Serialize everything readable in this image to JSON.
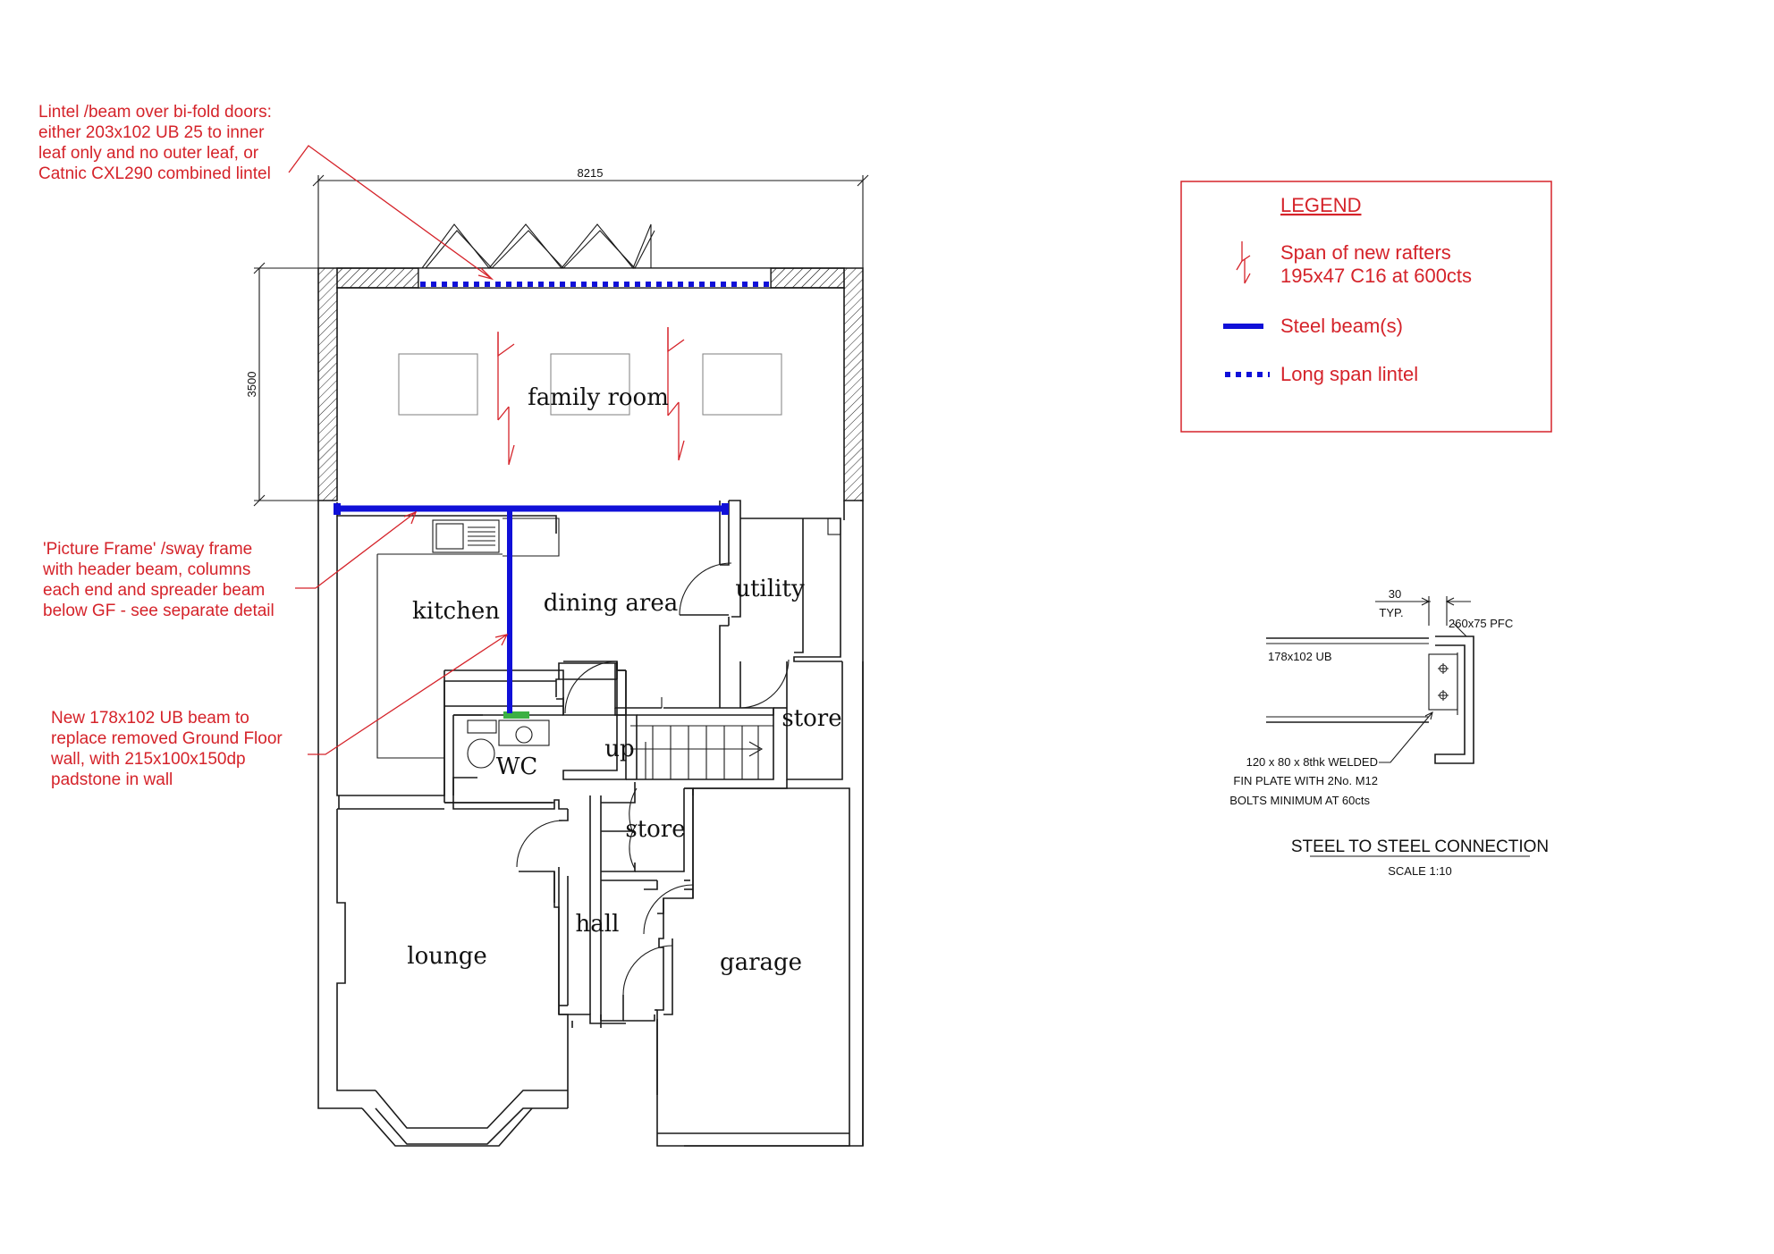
{
  "dimensions": {
    "width": "8215",
    "depth": "3500"
  },
  "rooms": {
    "family_room": "family room",
    "kitchen": "kitchen",
    "dining": "dining area",
    "utility": "utility",
    "store_upper": "store",
    "up": "up",
    "wc": "WC",
    "store_lower": "store",
    "hall": "hall",
    "lounge": "lounge",
    "garage": "garage"
  },
  "notes": {
    "lintel": [
      "Lintel /beam over bi-fold doors:",
      "either 203x102 UB 25 to inner",
      "leaf only and no outer leaf, or",
      "Catnic CXL290 combined lintel"
    ],
    "picture_frame": [
      "'Picture Frame' /sway frame",
      "with header beam, columns",
      "each end and spreader beam",
      "below GF - see separate detail"
    ],
    "new_beam": [
      "New 178x102 UB beam to",
      "replace removed Ground Floor",
      "wall, with 215x100x150dp",
      "padstone in wall"
    ]
  },
  "legend": {
    "title": "LEGEND",
    "rafters": [
      "Span of new rafters",
      "195x47 C16 at 600cts"
    ],
    "steel": "Steel beam(s)",
    "lintel": "Long span lintel"
  },
  "detail": {
    "dim_value": "30",
    "dim_typ": "TYP.",
    "pfc": "260x75 PFC",
    "ub": "178x102 UB",
    "plate": [
      "120 x 80 x 8thk WELDED",
      "FIN PLATE WITH 2No. M12",
      "BOLTS MINIMUM AT 60cts"
    ],
    "title": "STEEL TO STEEL CONNECTION",
    "scale": "SCALE 1:10"
  },
  "colors": {
    "note_red": "#d5232a",
    "beam_blue": "#1010d8",
    "pad_green": "#3cb043"
  }
}
